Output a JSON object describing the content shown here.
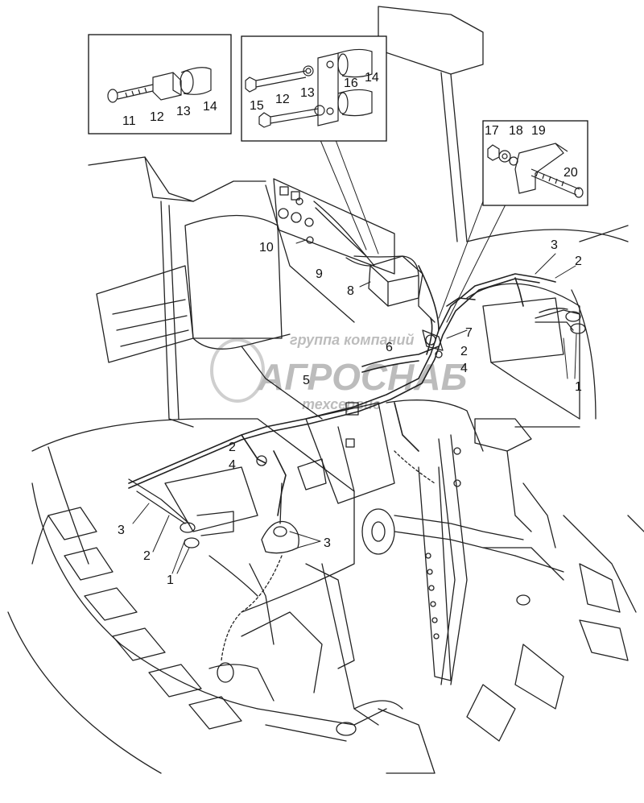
{
  "inset_a": {
    "labels": [
      "11",
      "12",
      "13",
      "14"
    ]
  },
  "inset_b": {
    "labels": [
      "15",
      "12",
      "13",
      "16",
      "14"
    ]
  },
  "inset_c": {
    "labels": [
      "17",
      "18",
      "19",
      "20"
    ]
  },
  "callouts": {
    "c10": "10",
    "c9": "9",
    "c8": "8",
    "c7": "7",
    "c6": "6",
    "c5": "5",
    "r3": "3",
    "r2": "2",
    "r1": "1",
    "m2": "2",
    "m4": "4",
    "l2": "2",
    "l4": "4",
    "ll3": "3",
    "ll2": "2",
    "ll1": "1",
    "b3": "3"
  },
  "watermark": {
    "line1": "группа компаний",
    "line2": "АГРОСНАБ",
    "line3": "техсервис"
  }
}
